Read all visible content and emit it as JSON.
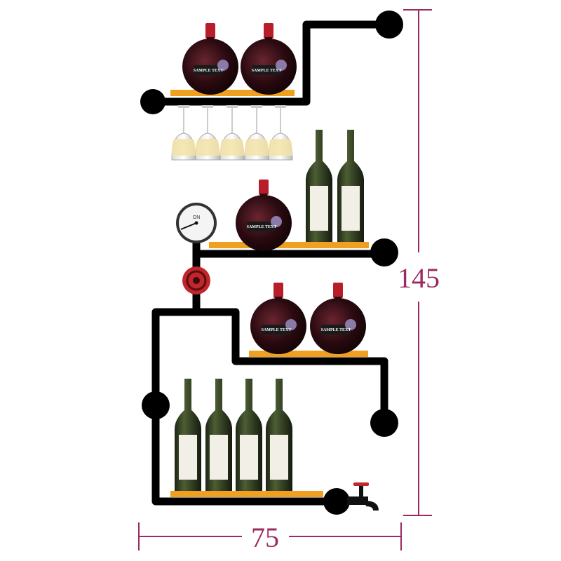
{
  "product": {
    "dimensions": {
      "height": "145",
      "width": "75"
    },
    "bottle_label_text": "SAMPLE TEXT",
    "gauge_text": "ON",
    "colors": {
      "pipe": "#000000",
      "shelf": "#f0a020",
      "dimension": "#9c2a62",
      "valve": "#c0262b",
      "bottle_cap": "#b81e2a",
      "wine_glass_bottle": "#2c3a20"
    }
  }
}
